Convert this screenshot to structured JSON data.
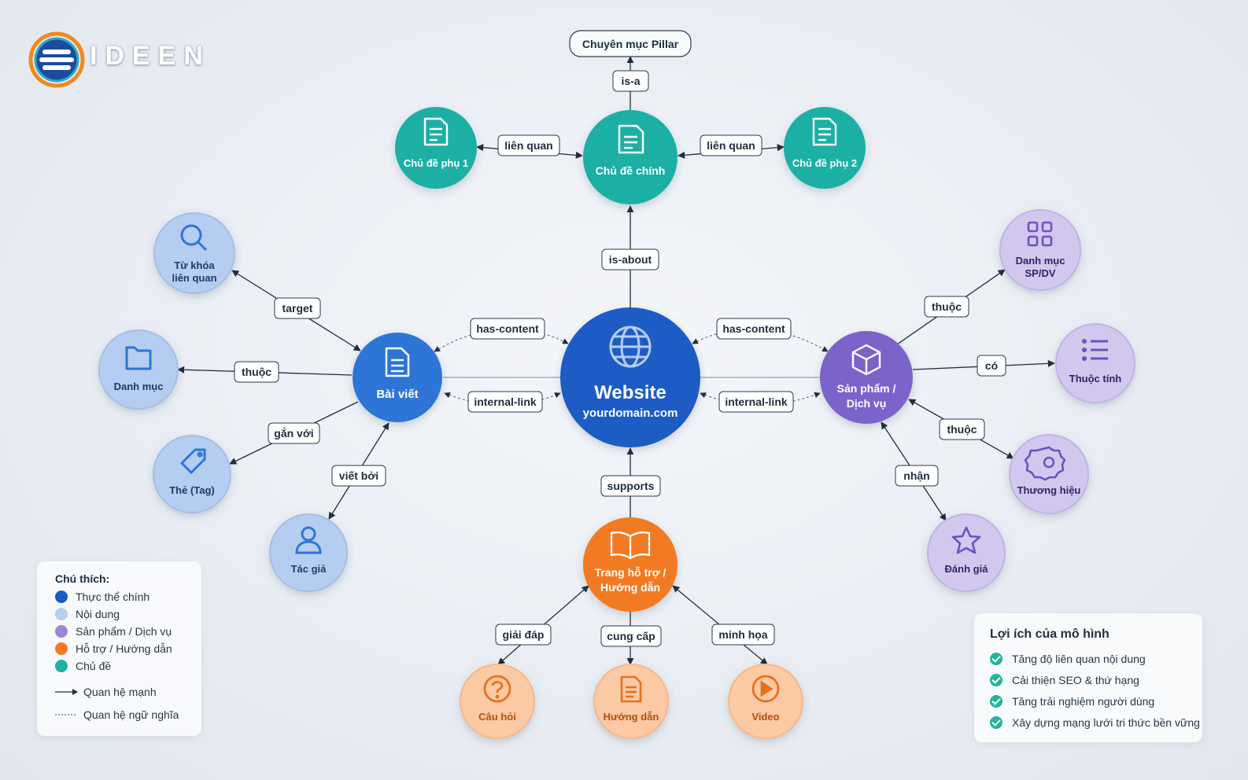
{
  "brand": {
    "name": "IDEEN"
  },
  "colors": {
    "main": "#1a5bc4",
    "content": "#2f74d8",
    "content_light": "#b5cdf0",
    "product": "#7b63c9",
    "product_light": "#d2c8ee",
    "support": "#f27a22",
    "support_light": "#fbc9a4",
    "topic": "#1fb0a5",
    "edge": "#1f2d3d"
  },
  "nodes": {
    "pillar": "Chuyên mục Pillar",
    "main_topic": "Chủ đề chính",
    "sub_topic_1": "Chủ đề phụ 1",
    "sub_topic_2": "Chủ đề phụ 2",
    "website_title": "Website",
    "website_domain": "yourdomain.com",
    "article": "Bài viết",
    "product_1": "Sản phẩm /",
    "product_2": "Dịch vụ",
    "support_1": "Trang hỗ trợ /",
    "support_2": "Hướng dẫn",
    "keyword_1": "Từ khóa",
    "keyword_2": "liên quan",
    "category": "Danh mục",
    "tag": "Thẻ (Tag)",
    "author": "Tác giả",
    "product_category_1": "Danh mục",
    "product_category_2": "SP/DV",
    "attribute": "Thuộc tính",
    "brand_node": "Thương hiệu",
    "review": "Đánh giá",
    "question": "Câu hỏi",
    "guide": "Hướng dẫn",
    "video": "Video"
  },
  "edges": {
    "is_a": "is-a",
    "related_1": "liên quan",
    "related_2": "liên quan",
    "is_about": "is-about",
    "has_content_left": "has-content",
    "has_content_right": "has-content",
    "internal_link_left": "internal-link",
    "internal_link_right": "internal-link",
    "supports": "supports",
    "target": "target",
    "belongs_category": "thuộc",
    "tagged_with": "gắn với",
    "written_by": "viết bởi",
    "belongs_product_category": "thuộc",
    "has": "có",
    "belongs_brand": "thuộc",
    "receives": "nhận",
    "answers": "giải đáp",
    "provides": "cung cấp",
    "illustrates": "minh họa"
  },
  "legend": {
    "title": "Chú thích:",
    "items": [
      "Thực thể chính",
      "Nội dung",
      "Sản phẩm / Dịch vụ",
      "Hỗ trợ / Hướng dẫn",
      "Chủ đề"
    ],
    "strong": "Quan hệ mạnh",
    "semantic": "Quan hệ ngữ nghĩa"
  },
  "benefits": {
    "title": "Lợi ích của mô hình",
    "items": [
      "Tăng độ liên quan nội dung",
      "Cải thiện SEO & thứ hạng",
      "Tăng trải nghiệm người dùng",
      "Xây dựng mạng lưới tri thức bền vững"
    ]
  }
}
